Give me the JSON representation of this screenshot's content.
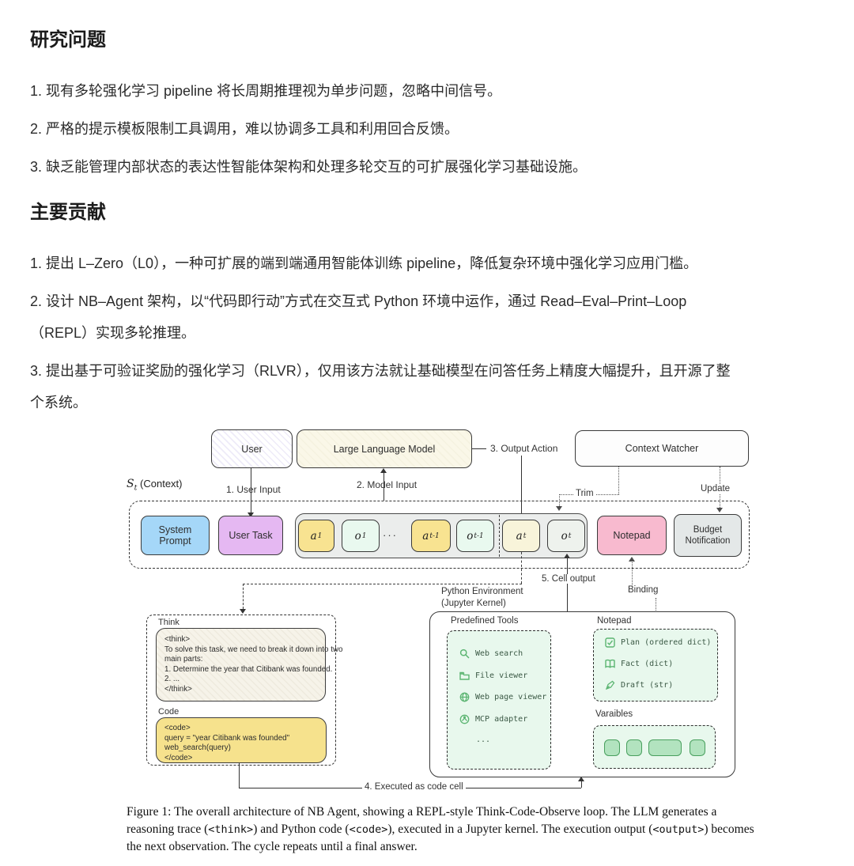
{
  "sections": [
    {
      "heading": "研究问题",
      "items": [
        {
          "lines": [
            "1. 现有多轮强化学习 pipeline 将长周期推理视为单步问题，忽略中间信号。"
          ]
        },
        {
          "lines": [
            "2. 严格的提示模板限制工具调用，难以协调多工具和利用回合反馈。"
          ]
        },
        {
          "lines": [
            "3. 缺乏能管理内部状态的表达性智能体架构和处理多轮交互的可扩展强化学习基础设施。"
          ]
        }
      ]
    },
    {
      "heading": "主要贡献",
      "items": [
        {
          "lines": [
            "1. 提出 L–Zero（L0），一种可扩展的端到端通用智能体训练 pipeline，降低复杂环境中强化学习应用门槛。"
          ]
        },
        {
          "lines": [
            "2. 设计 NB–Agent 架构，以“代码即行动”方式在交互式 Python 环境中运作，通过 Read–Eval–Print–Loop",
            "（REPL）实现多轮推理。"
          ]
        },
        {
          "lines": [
            "3. 提出基于可验证奖励的强化学习（RLVR），仅用该方法就让基础模型在问答任务上精度大幅提升，且开源了整",
            "个系统。"
          ]
        }
      ]
    }
  ],
  "figure": {
    "top": {
      "user": "User",
      "llm": "Large Language Model",
      "context_watcher": "Context Watcher"
    },
    "labels": {
      "st_base": "S",
      "st_sub": "t",
      "st_suffix": " (Context)",
      "user_input": "1. User Input",
      "model_input": "2. Model Input",
      "output_action": "3. Output Action",
      "trim": "Trim",
      "update": "Update",
      "cell_output": "5. Cell output",
      "binding": "Binding",
      "executed": "4. Executed as code cell",
      "python_env_1": "Python Environment",
      "python_env_2": "(Jupyter Kernel)"
    },
    "context": {
      "system_prompt": "System Prompt",
      "user_task": "User Task",
      "ellipsis": "···",
      "tokens": [
        {
          "base": "a",
          "sub": "1"
        },
        {
          "base": "o",
          "sub": "1"
        },
        {
          "base": "a",
          "sub": "t-1"
        },
        {
          "base": "o",
          "sub": "t-1"
        },
        {
          "base": "a",
          "sub": "t"
        },
        {
          "base": "o",
          "sub": "t"
        }
      ],
      "notepad": "Notepad",
      "budget_1": "Budget",
      "budget_2": "Notification"
    },
    "think": {
      "label": "Think",
      "lines": [
        "<think>",
        "To solve this task, we need to break it down into two",
        "main parts:",
        "1. Determine the year that Citibank was founded.",
        "2. ...",
        "</think>"
      ]
    },
    "code": {
      "label": "Code",
      "lines": [
        "<code>",
        "query = \"year Citibank was founded\"",
        "web_search(query)",
        "</code>"
      ]
    },
    "env": {
      "tools_label": "Predefined Tools",
      "tools": [
        {
          "icon": "search-icon",
          "label": "Web search"
        },
        {
          "icon": "folder-icon",
          "label": "File viewer"
        },
        {
          "icon": "globe-icon",
          "label": "Web page viewer"
        },
        {
          "icon": "mcp-icon",
          "label": "MCP adapter"
        },
        {
          "icon": "dots",
          "label": "..."
        }
      ],
      "notepad_label": "Notepad",
      "notepad_items": [
        {
          "icon": "check-square-icon",
          "label": "Plan (ordered dict)"
        },
        {
          "icon": "book-icon",
          "label": "Fact (dict)"
        },
        {
          "icon": "pen-icon",
          "label": "Draft (str)"
        }
      ],
      "variables_label": "Varaibles"
    },
    "caption": {
      "parts": [
        {
          "text": "Figure 1: The overall architecture of NB Agent, showing a REPL-style Think-Code-Observe loop. The LLM generates a reasoning trace (",
          "mono": false
        },
        {
          "text": "<think>",
          "mono": true
        },
        {
          "text": ") and Python code (",
          "mono": false
        },
        {
          "text": "<code>",
          "mono": true
        },
        {
          "text": "), executed in a Jupyter kernel. The execution output (",
          "mono": false
        },
        {
          "text": "<output>",
          "mono": true
        },
        {
          "text": ") becomes the next observation. The cycle repeats until a final answer.",
          "mono": false
        }
      ]
    }
  },
  "colors": {
    "system_prompt": "#a5d7f8",
    "user_task": "#e5b8f2",
    "action_token": "#f8e391",
    "observation_token": "#e9f9ef",
    "notepad": "#f8bacf",
    "budget": "#e4e8e8",
    "code_block": "#f6e28d",
    "green_panel": "#e8f8ed",
    "green_accent": "#5cb572"
  }
}
